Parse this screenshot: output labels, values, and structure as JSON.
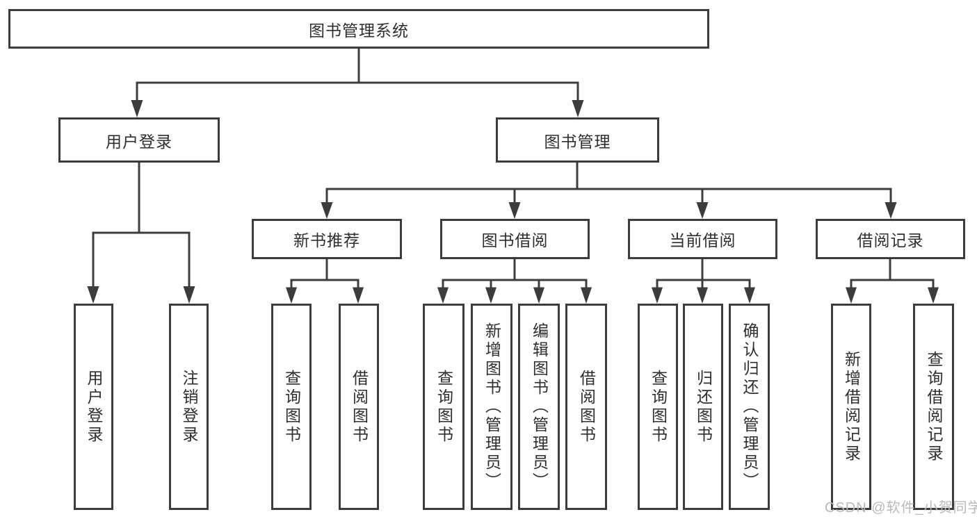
{
  "title": "图书管理系统",
  "branches": [
    {
      "label": "用户登录",
      "children": [
        "用户登录",
        "注销登录"
      ]
    },
    {
      "label": "图书管理",
      "children": [
        {
          "label": "新书推荐",
          "children": [
            "查询图书",
            "借阅图书"
          ]
        },
        {
          "label": "图书借阅",
          "children": [
            "查询图书",
            "新增图书（管理员）",
            "编辑图书（管理员）",
            "借阅图书"
          ]
        },
        {
          "label": "当前借阅",
          "children": [
            "查询图书",
            "归还图书",
            "确认归还（管理员）"
          ]
        },
        {
          "label": "借阅记录",
          "children": [
            "新增借阅记录",
            "查询借阅记录"
          ]
        }
      ]
    }
  ],
  "watermark": "CSDN @软件_小贺同学",
  "colors": {
    "line": "#3c3c3c",
    "text": "#2e2e2e",
    "watermark": "#b9b9b9",
    "background": "#ffffff"
  }
}
